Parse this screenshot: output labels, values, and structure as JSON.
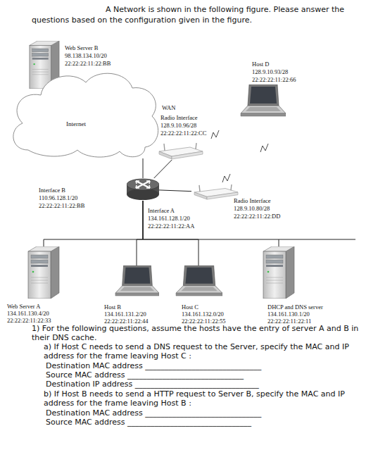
{
  "diagram": {
    "title": "A Network is shown in the following figure. Please answer the questions based on the configuration given in the figure.",
    "nodes": [
      {
        "text": [
          "Web Server B",
          "98.138.134.10/20",
          "22:22:22:11:22:BB"
        ]
      },
      {
        "text": [
          "Internet"
        ]
      },
      {
        "text": [
          "Host D",
          "128.9.10.93/28",
          "22:22:22:11:22:66"
        ]
      },
      {
        "text": [
          "WAN",
          "Radio Interface",
          "128.9.10.96/28",
          "22:22:22:11:22:CC"
        ]
      },
      {
        "text": [
          "Interface B",
          "110.96.128.1/20",
          "22:22:22:11:22:BB",
          "Interface A",
          "134.161.128.1/20",
          "22:22:22:11:22:AA"
        ]
      },
      {
        "text": [
          "Radio Interface",
          "128.9.10.80/28",
          "22:22:22:11:22:DD"
        ]
      },
      {
        "text": [
          "Web Server A",
          "134.161.130.4/20",
          "22:22:22:11:22:33"
        ]
      },
      {
        "text": [
          "Host B",
          "134.161.131.2/20",
          "22:22:22:11:22:44"
        ]
      },
      {
        "text": [
          "Host C",
          "134.161.132.0/20",
          "22:22:22:11:22:55"
        ]
      },
      {
        "text": [
          "DHCP and DNS server",
          "134.161.130.1/20",
          "22:22:22:11:22:11"
        ]
      }
    ],
    "edges": [
      {
        "from": 4,
        "to": 1,
        "arrow": "none"
      },
      {
        "from": 4,
        "to": 3,
        "arrow": "none"
      },
      {
        "from": 4,
        "to": 5,
        "arrow": "none"
      },
      {
        "from": 4,
        "to": 6,
        "arrow": "none"
      },
      {
        "from": 4,
        "to": 7,
        "arrow": "none"
      },
      {
        "from": 4,
        "to": 8,
        "arrow": "none"
      },
      {
        "from": 4,
        "to": 9,
        "arrow": "none"
      }
    ],
    "labels": [
      "1) For the following questions, assume the hosts have the entry of server A and B in their DNS cache.",
      "a) If Host C needs to send a DNS request to the Server, specify the MAC and IP address for the frame leaving Host C :",
      "Destination MAC address ______________________________",
      "Source MAC address ______________________________",
      "Destination IP address ________________________________",
      "b) If Host B needs to send a HTTP request to Server B, specify the MAC and IP address for the frame leaving Host B :",
      "Destination MAC address ______________________________",
      "Source MAC address ________________________________"
    ]
  }
}
